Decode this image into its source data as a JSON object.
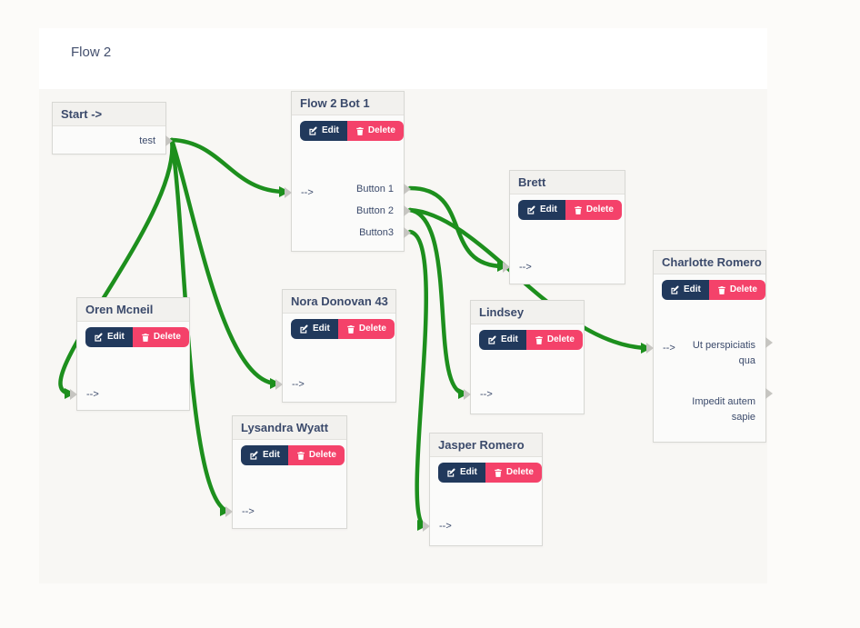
{
  "page": {
    "title": "Flow 2"
  },
  "buttons": {
    "edit_label": "Edit",
    "delete_label": "Delete"
  },
  "colors": {
    "connector_green": "#1d8f1d",
    "edit_button_bg": "#21395c",
    "delete_button_bg": "#f4426a",
    "node_text": "#3b4a6b",
    "canvas_bg": "#f8f7f4"
  },
  "nodes": [
    {
      "title": "Start ->",
      "input_label": "",
      "outputs": [
        "test"
      ]
    },
    {
      "title": "Flow 2 Bot 1",
      "input_label": "-->",
      "outputs": [
        "Button 1",
        "Button 2",
        "Button3"
      ]
    },
    {
      "title": "Brett",
      "input_label": "-->",
      "outputs": []
    },
    {
      "title": "Charlotte Romero",
      "input_label": "-->",
      "outputs": [
        "Ut perspiciatis qua",
        "Impedit autem sapie"
      ]
    },
    {
      "title": "Oren Mcneil",
      "input_label": "-->",
      "outputs": []
    },
    {
      "title": "Nora Donovan 43",
      "input_label": "-->",
      "outputs": []
    },
    {
      "title": "Lindsey",
      "input_label": "-->",
      "outputs": []
    },
    {
      "title": "Lysandra Wyatt",
      "input_label": "-->",
      "outputs": []
    },
    {
      "title": "Jasper Romero",
      "input_label": "-->",
      "outputs": []
    }
  ],
  "edges": [
    {
      "source_node": "Start ->",
      "source_port": "test",
      "target_node": "Flow 2 Bot 1"
    },
    {
      "source_node": "Start ->",
      "source_port": "test",
      "target_node": "Oren Mcneil"
    },
    {
      "source_node": "Start ->",
      "source_port": "test",
      "target_node": "Nora Donovan 43"
    },
    {
      "source_node": "Start ->",
      "source_port": "test",
      "target_node": "Lysandra Wyatt"
    },
    {
      "source_node": "Flow 2 Bot 1",
      "source_port": "Button 1",
      "target_node": "Brett"
    },
    {
      "source_node": "Flow 2 Bot 1",
      "source_port": "Button 2",
      "target_node": "Lindsey"
    },
    {
      "source_node": "Flow 2 Bot 1",
      "source_port": "Button 2",
      "target_node": "Charlotte Romero"
    },
    {
      "source_node": "Flow 2 Bot 1",
      "source_port": "Button3",
      "target_node": "Jasper Romero"
    }
  ]
}
